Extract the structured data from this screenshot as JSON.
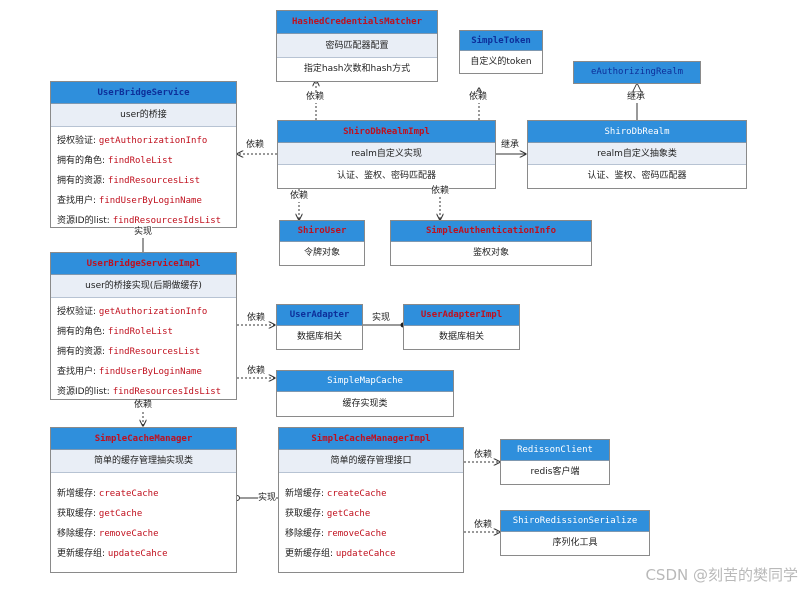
{
  "boxes": {
    "hashed": {
      "title": "HashedCredentialsMatcher",
      "subtitle": "密码匹配器配置",
      "desc": "指定hash次数和hash方式"
    },
    "token": {
      "title": "SimpleToken",
      "desc": "自定义的token"
    },
    "authreal": {
      "title": "eAuthorizingRealm"
    },
    "ubs": {
      "title": "UserBridgeService",
      "subtitle": "user的桥接",
      "methods": [
        {
          "label": "授权验证: ",
          "name": "getAuthorizationInfo"
        },
        {
          "label": "拥有的角色: ",
          "name": "findRoleList"
        },
        {
          "label": "拥有的资源: ",
          "name": "findResourcesList"
        },
        {
          "label": "查找用户: ",
          "name": "findUserByLoginName"
        },
        {
          "label": "资源ID的list: ",
          "name": "findResourcesIdsList"
        }
      ]
    },
    "dbimpl": {
      "title": "ShiroDbRealmImpl",
      "subtitle": "realm自定义实现",
      "desc": "认证、鉴权、密码匹配器"
    },
    "dbrealm": {
      "title": "ShiroDbRealm",
      "subtitle": "realm自定义抽象类",
      "desc": "认证、鉴权、密码匹配器"
    },
    "shirouser": {
      "title": "ShiroUser",
      "desc": "令牌对象"
    },
    "sai": {
      "title": "SimpleAuthenticationInfo",
      "desc": "鉴权对象"
    },
    "ubsi": {
      "title": "UserBridgeServiceImpl",
      "subtitle": "user的桥接实现(后期做缓存)",
      "methods": [
        {
          "label": "授权验证: ",
          "name": "getAuthorizationInfo"
        },
        {
          "label": "拥有的角色: ",
          "name": "findRoleList"
        },
        {
          "label": "拥有的资源: ",
          "name": "findResourcesList"
        },
        {
          "label": "查找用户: ",
          "name": "findUserByLoginName"
        },
        {
          "label": "资源ID的list: ",
          "name": "findResourcesIdsList"
        }
      ]
    },
    "ua": {
      "title": "UserAdapter",
      "desc": "数据库相关"
    },
    "uai": {
      "title": "UserAdapterImpl",
      "desc": "数据库相关"
    },
    "smc": {
      "title": "SimpleMapCache",
      "desc": "缓存实现类"
    },
    "scm": {
      "title": "SimpleCacheManager",
      "subtitle": "简单的缓存管理抽实现类",
      "methods": [
        {
          "label": "新增缓存: ",
          "name": "createCache"
        },
        {
          "label": "获取缓存: ",
          "name": "getCache"
        },
        {
          "label": "移除缓存: ",
          "name": "removeCache"
        },
        {
          "label": "更新缓存组: ",
          "name": "updateCahce"
        }
      ]
    },
    "scmi": {
      "title": "SimpleCacheManagerImpl",
      "subtitle": "简单的缓存管理接口",
      "methods": [
        {
          "label": "新增缓存: ",
          "name": "createCache"
        },
        {
          "label": "获取缓存: ",
          "name": "getCache"
        },
        {
          "label": "移除缓存: ",
          "name": "removeCache"
        },
        {
          "label": "更新缓存组: ",
          "name": "updateCahce"
        }
      ]
    },
    "redis": {
      "title": "RedissonClient",
      "desc": "redis客户端"
    },
    "rser": {
      "title": "ShiroRedissionSerialize",
      "desc": "序列化工具"
    }
  },
  "labels": {
    "dep": "依赖",
    "impl": "实现",
    "inherit": "继承"
  },
  "watermark": "CSDN @刻苦的樊同学",
  "colors": {
    "header": "#2f8fdc",
    "subtitle": "#e9eef6",
    "method_name": "#c0101e",
    "navy_title": "#0d2f9a"
  }
}
